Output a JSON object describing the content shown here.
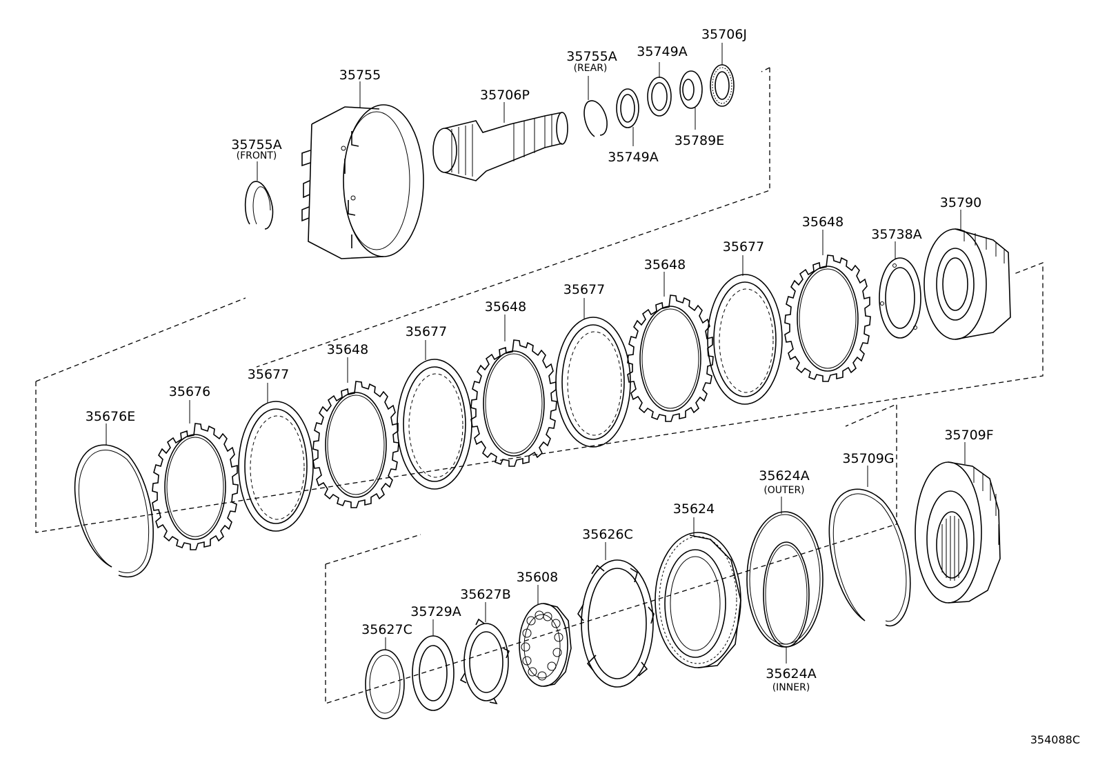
{
  "diagram": {
    "figure_id": "354088C",
    "parts": [
      {
        "id": "p35755A_front",
        "code": "35755A",
        "note": "(FRONT)"
      },
      {
        "id": "p35755",
        "code": "35755",
        "note": ""
      },
      {
        "id": "p35706P",
        "code": "35706P",
        "note": ""
      },
      {
        "id": "p35755A_rear",
        "code": "35755A",
        "note": "(REAR)"
      },
      {
        "id": "p35749A_top",
        "code": "35749A",
        "note": ""
      },
      {
        "id": "p35749A_bot",
        "code": "35749A",
        "note": ""
      },
      {
        "id": "p35789E",
        "code": "35789E",
        "note": ""
      },
      {
        "id": "p35706J",
        "code": "35706J",
        "note": ""
      },
      {
        "id": "p35790",
        "code": "35790",
        "note": ""
      },
      {
        "id": "p35738A",
        "code": "35738A",
        "note": ""
      },
      {
        "id": "p35648_a",
        "code": "35648",
        "note": ""
      },
      {
        "id": "p35677_a",
        "code": "35677",
        "note": ""
      },
      {
        "id": "p35648_b",
        "code": "35648",
        "note": ""
      },
      {
        "id": "p35677_b",
        "code": "35677",
        "note": ""
      },
      {
        "id": "p35648_c",
        "code": "35648",
        "note": ""
      },
      {
        "id": "p35677_c",
        "code": "35677",
        "note": ""
      },
      {
        "id": "p35648_d",
        "code": "35648",
        "note": ""
      },
      {
        "id": "p35677_d",
        "code": "35677",
        "note": ""
      },
      {
        "id": "p35676",
        "code": "35676",
        "note": ""
      },
      {
        "id": "p35676E",
        "code": "35676E",
        "note": ""
      },
      {
        "id": "p35709F",
        "code": "35709F",
        "note": ""
      },
      {
        "id": "p35709G",
        "code": "35709G",
        "note": ""
      },
      {
        "id": "p35624A_outer",
        "code": "35624A",
        "note": "(OUTER)"
      },
      {
        "id": "p35624A_inner",
        "code": "35624A",
        "note": "(INNER)"
      },
      {
        "id": "p35624",
        "code": "35624",
        "note": ""
      },
      {
        "id": "p35626C",
        "code": "35626C",
        "note": ""
      },
      {
        "id": "p35608",
        "code": "35608",
        "note": ""
      },
      {
        "id": "p35627B",
        "code": "35627B",
        "note": ""
      },
      {
        "id": "p35729A",
        "code": "35729A",
        "note": ""
      },
      {
        "id": "p35627C",
        "code": "35627C",
        "note": ""
      }
    ]
  }
}
